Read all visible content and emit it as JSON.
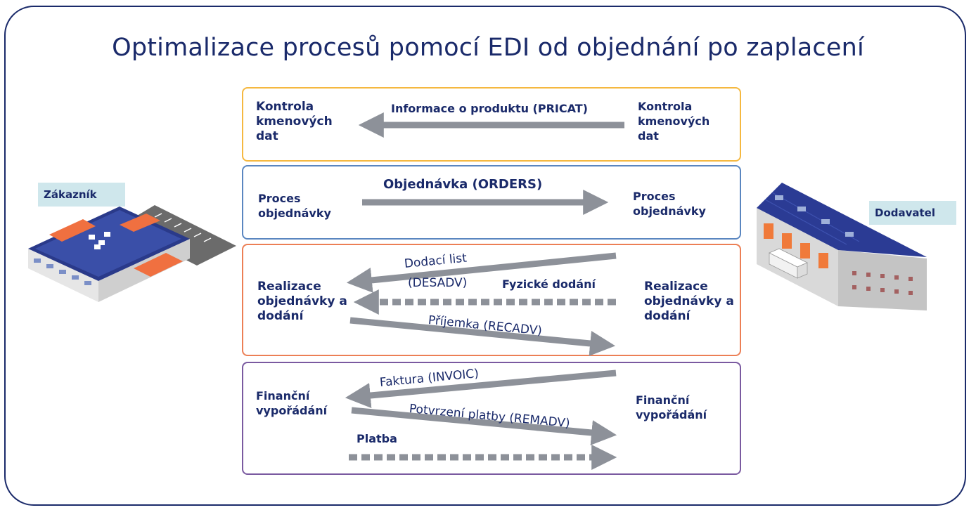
{
  "title": "Optimalizace procesů pomocí EDI od objednání po zaplacení",
  "colors": {
    "navy": "#1a2a6a",
    "arrow": "#8d9199",
    "box1": "#f5b840",
    "box2": "#5a86c0",
    "box3": "#ec7f55",
    "box4": "#7a5aa0",
    "tag_bg": "#cfe7ec"
  },
  "actors": {
    "customer": "Zákazník",
    "supplier": "Dodavatel"
  },
  "sections": [
    {
      "left": "Kontrola kmenových dat",
      "right": "Kontrola kmenových dat",
      "messages": [
        "Informace o produktu (PRICAT)"
      ]
    },
    {
      "left": "Proces objednávky",
      "right": "Proces objednávky",
      "messages": [
        "Objednávka (ORDERS)"
      ]
    },
    {
      "left": "Realizace objednávky a dodání",
      "right": "Realizace objednávky a dodání",
      "messages": [
        "Dodací list",
        "(DESADV)",
        "Fyzické dodání",
        "Příjemka (RECADV)"
      ]
    },
    {
      "left": "Finanční vypořádání",
      "right": "Finanční vypořádání",
      "messages": [
        "Faktura (INVOIC)",
        "Potvrzení platby (REMADV)",
        "Platba"
      ]
    }
  ],
  "icons": {
    "customer_building": "warehouse-building-icon",
    "supplier_building": "warehouse-building-icon"
  }
}
